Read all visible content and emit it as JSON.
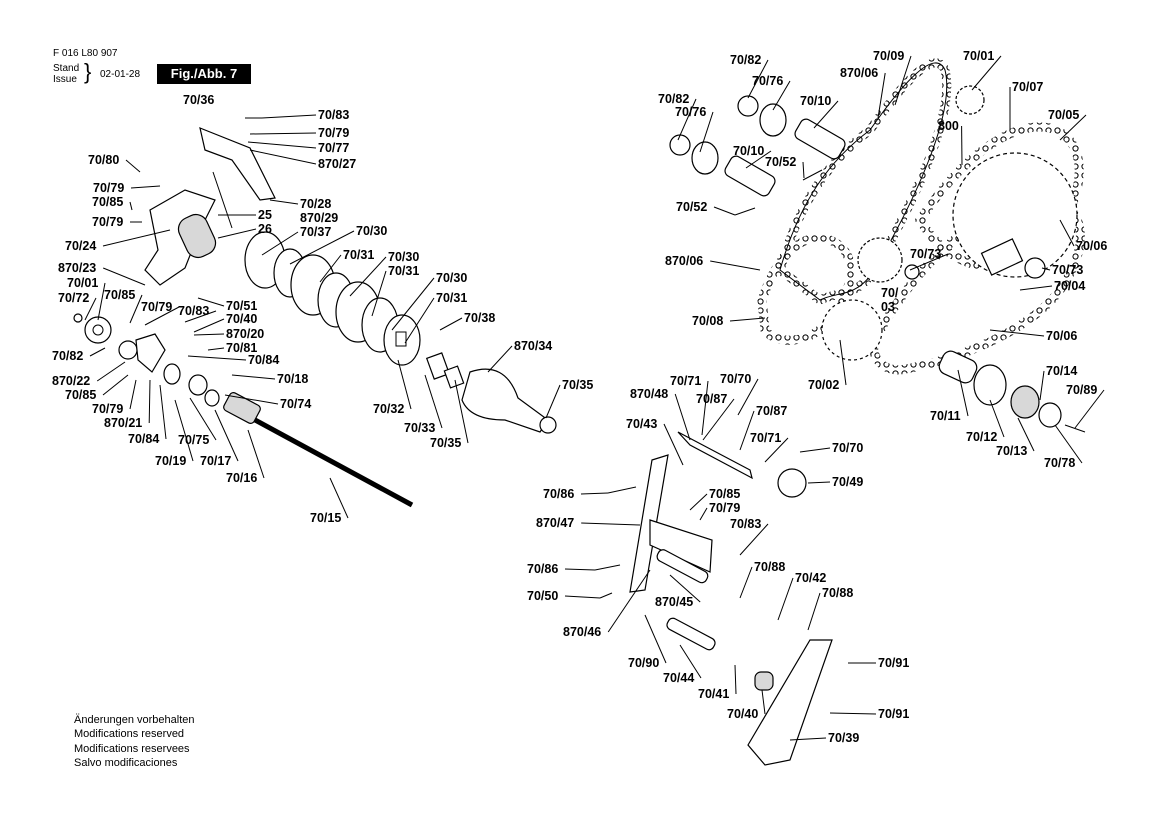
{
  "header": {
    "part_number": "F 016 L80 907",
    "stand": "Stand",
    "issue": "Issue",
    "brace": "}",
    "date": "02-01-28",
    "figure": "Fig./Abb. 7"
  },
  "notes": [
    "Änderungen vorbehalten",
    "Modifications reserved",
    "Modifications reservees",
    "Salvo modificaciones"
  ],
  "labels": [
    "70/36",
    "70/83",
    "70/79",
    "70/77",
    "870/27",
    "70/80",
    "70/79",
    "70/85",
    "70/79",
    "70/24",
    "70/28",
    "25",
    "870/29",
    "26",
    "70/37",
    "70/30",
    "70/31",
    "70/30",
    "70/31",
    "70/30",
    "70/31",
    "870/23",
    "70/01",
    "70/72",
    "70/85",
    "70/79",
    "70/83",
    "70/40",
    "870/20",
    "70/81",
    "70/84",
    "70/51",
    "70/18",
    "70/74",
    "70/82",
    "870/22",
    "70/85",
    "70/79",
    "870/21",
    "70/84",
    "70/19",
    "70/75",
    "70/17",
    "70/16",
    "70/15",
    "70/32",
    "70/33",
    "70/35",
    "870/34",
    "70/35",
    "70/38",
    "70/82",
    "70/76",
    "70/10",
    "70/82",
    "70/76",
    "70/10",
    "70/52",
    "70/52",
    "870/06",
    "70/09",
    "70/01",
    "70/07",
    "70/05",
    "800",
    "870/06",
    "70/06",
    "70/73",
    "70/73",
    "70/04",
    "70/",
    "03",
    "70/08",
    "70/02",
    "70/06",
    "70/14",
    "70/89",
    "70/11",
    "70/12",
    "70/13",
    "70/78",
    "70/71",
    "70/70",
    "870/48",
    "70/87",
    "70/87",
    "70/43",
    "70/71",
    "70/70",
    "70/49",
    "70/86",
    "70/85",
    "70/79",
    "870/47",
    "70/83",
    "70/86",
    "70/88",
    "70/42",
    "70/50",
    "870/45",
    "70/88",
    "870/46",
    "70/90",
    "70/44",
    "70/91",
    "70/41",
    "70/40",
    "70/91",
    "70/39"
  ]
}
